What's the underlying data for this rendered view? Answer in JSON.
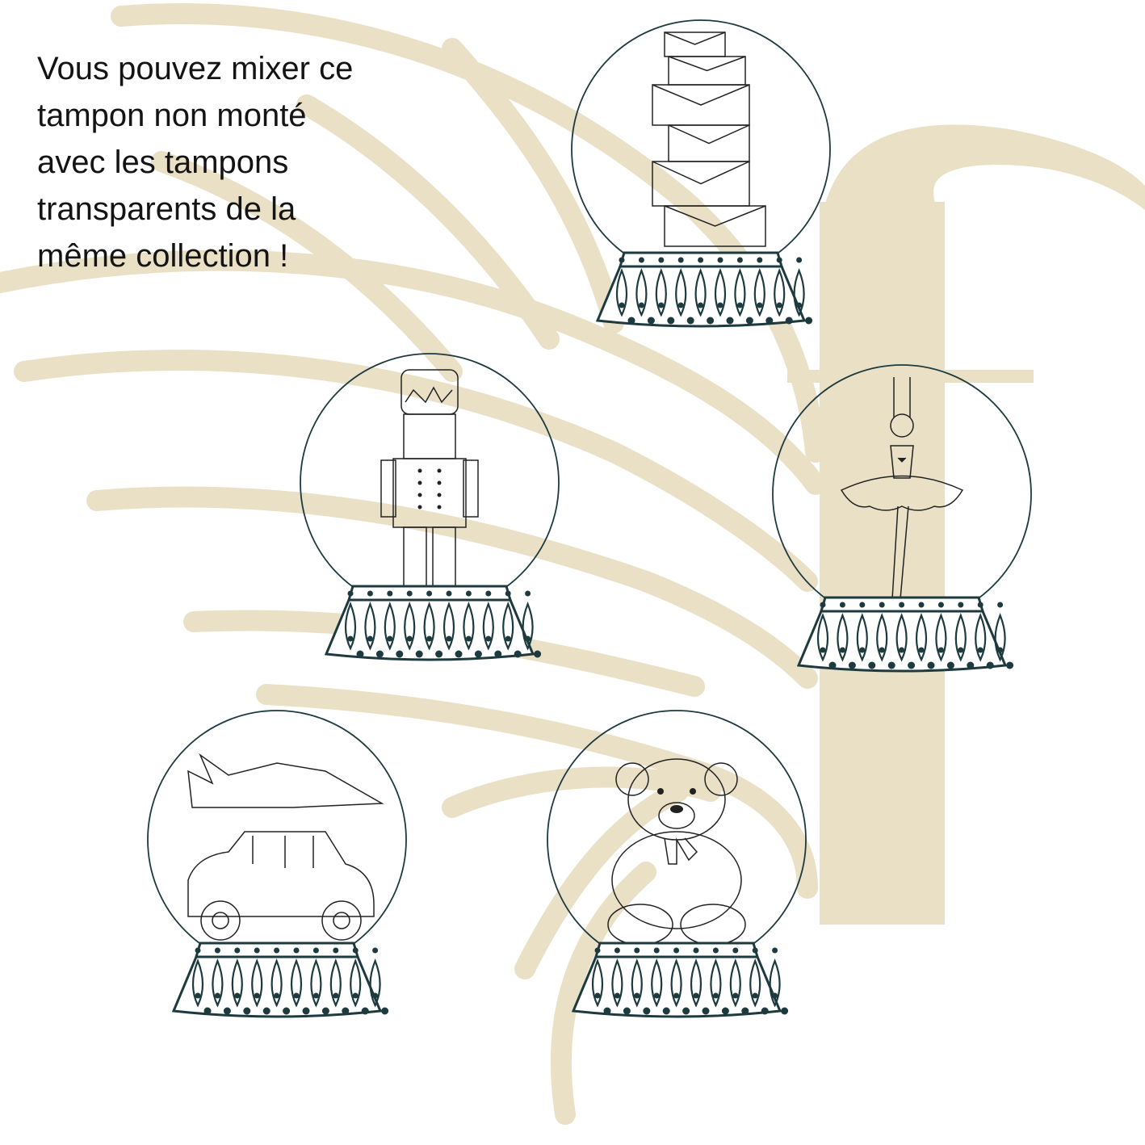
{
  "caption": {
    "lines": [
      "Vous pouvez mixer ce",
      "tampon non monté",
      "avec les tampons",
      "transparents de la",
      "même collection !"
    ]
  },
  "colors": {
    "ink": "#1d3a3f",
    "beige": "#e9e0c6",
    "text": "#141414"
  },
  "globes": [
    {
      "name": "gift-stack-globe",
      "subject": "gifts"
    },
    {
      "name": "nutcracker-globe",
      "subject": "nutcracker"
    },
    {
      "name": "ballerina-globe",
      "subject": "ballerina"
    },
    {
      "name": "car-with-tree-globe",
      "subject": "car"
    },
    {
      "name": "teddy-bear-globe",
      "subject": "bear"
    }
  ]
}
